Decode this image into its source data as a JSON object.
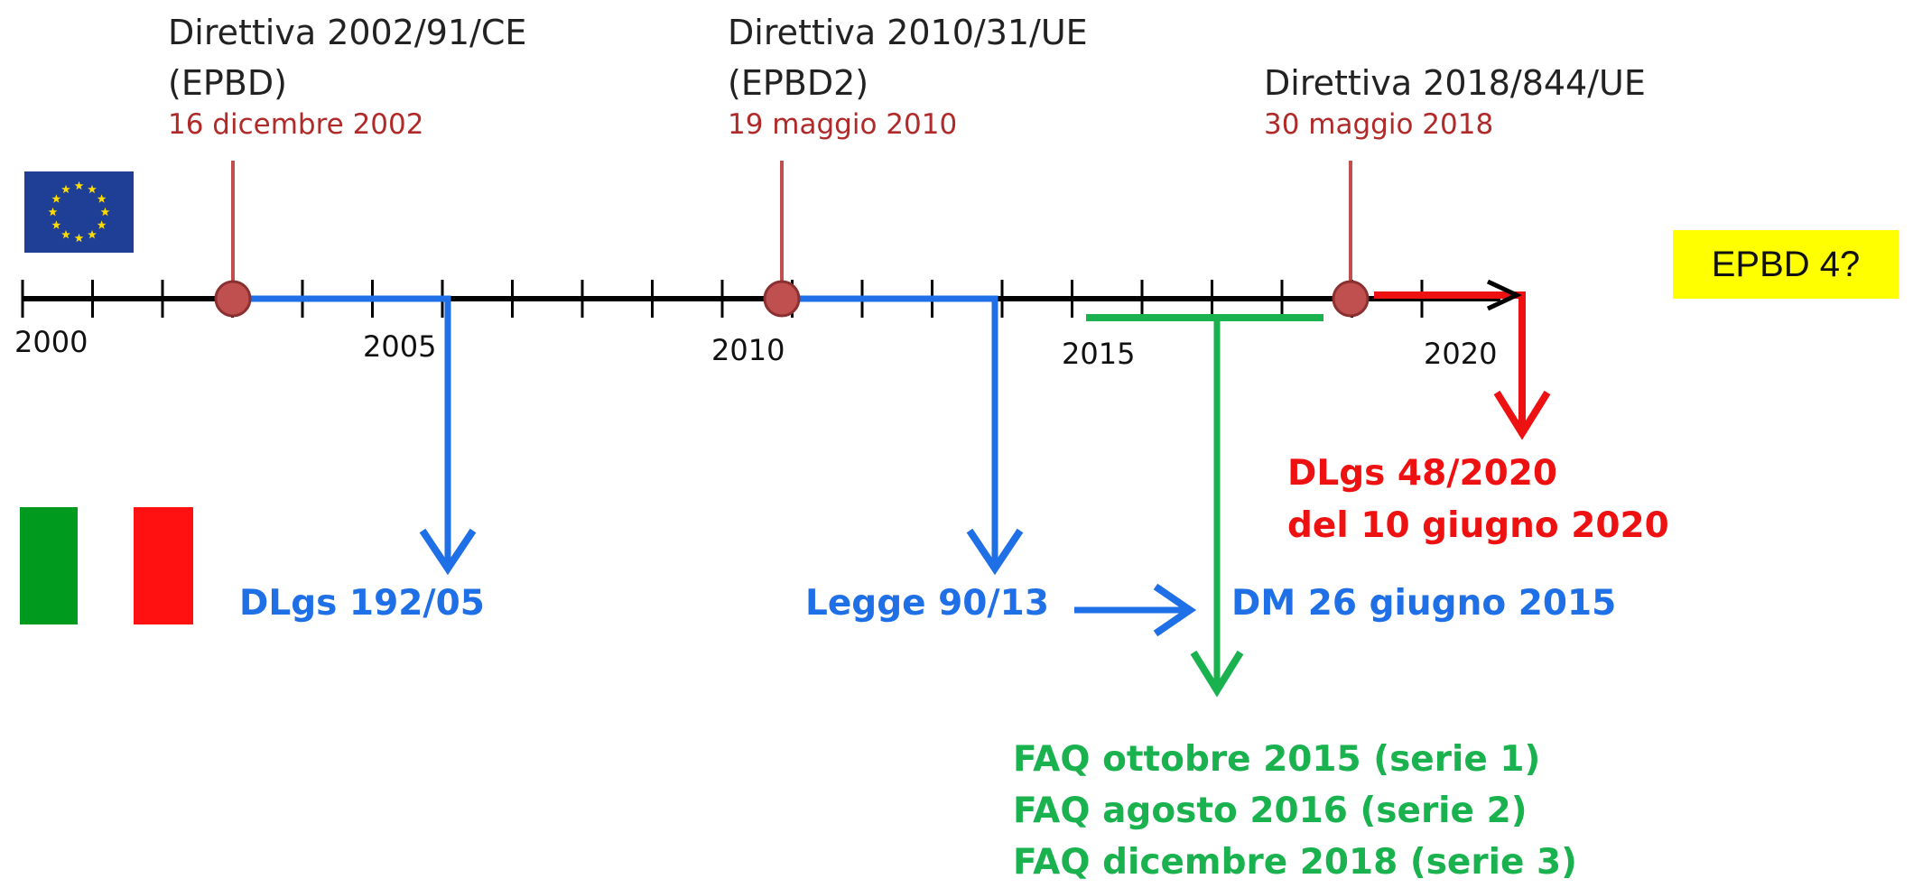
{
  "directives": [
    {
      "title_line1": "Direttiva 2002/91/CE",
      "title_line2": "(EPBD)",
      "date": "16 dicembre 2002"
    },
    {
      "title_line1": "Direttiva 2010/31/UE",
      "title_line2": "(EPBD2)",
      "date": "19 maggio 2010"
    },
    {
      "title_line1": "Direttiva 2018/844/UE",
      "title_line2": "",
      "date": "30 maggio 2018"
    }
  ],
  "years": [
    "2000",
    "2005",
    "2010",
    "2015",
    "2020"
  ],
  "future_label": "EPBD 4?",
  "italian_acts": {
    "dlgs_192": "DLgs 192/05",
    "legge_90": "Legge 90/13",
    "dm_2015": "DM 26 giugno 2015",
    "dlgs_48_line1": "DLgs 48/2020",
    "dlgs_48_line2": "del 10 giugno 2020"
  },
  "faq": [
    "FAQ ottobre 2015 (serie 1)",
    "FAQ agosto 2016 (serie 2)",
    "FAQ dicembre 2018 (serie 3)"
  ],
  "colors": {
    "eu_blue": "#1f3f96",
    "eu_star": "#ffdd00",
    "it_green": "#009a1e",
    "it_red": "#ff1111",
    "blue": "#1f6fe6",
    "green": "#19b24f",
    "red": "#ee1111",
    "marker": "#c05050",
    "highlight": "#ffff00"
  }
}
